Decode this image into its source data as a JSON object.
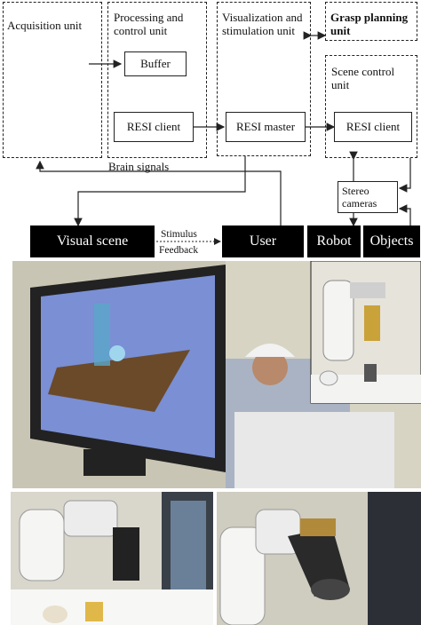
{
  "units": {
    "acquisition": "Acquisition unit",
    "processing": "Processing and control unit",
    "visualization": "Visualization and stimulation unit",
    "grasp": "Grasp planning unit",
    "scene_control": "Scene control unit"
  },
  "modules": {
    "buffer": "Buffer",
    "resi_client_left": "RESI client",
    "resi_master": "RESI master",
    "resi_client_right": "RESI client",
    "stereo": "Stereo cameras"
  },
  "signals": {
    "brain": "Brain signals",
    "stimulus": "Stimulus",
    "feedback": "Feedback"
  },
  "entities": {
    "visual_scene": "Visual scene",
    "user": "User",
    "robot": "Robot",
    "objects": "Objects"
  },
  "colors": {
    "black_block": "#000000",
    "screen": "#6f83c8",
    "lab_wall": "#cfcdbf"
  }
}
